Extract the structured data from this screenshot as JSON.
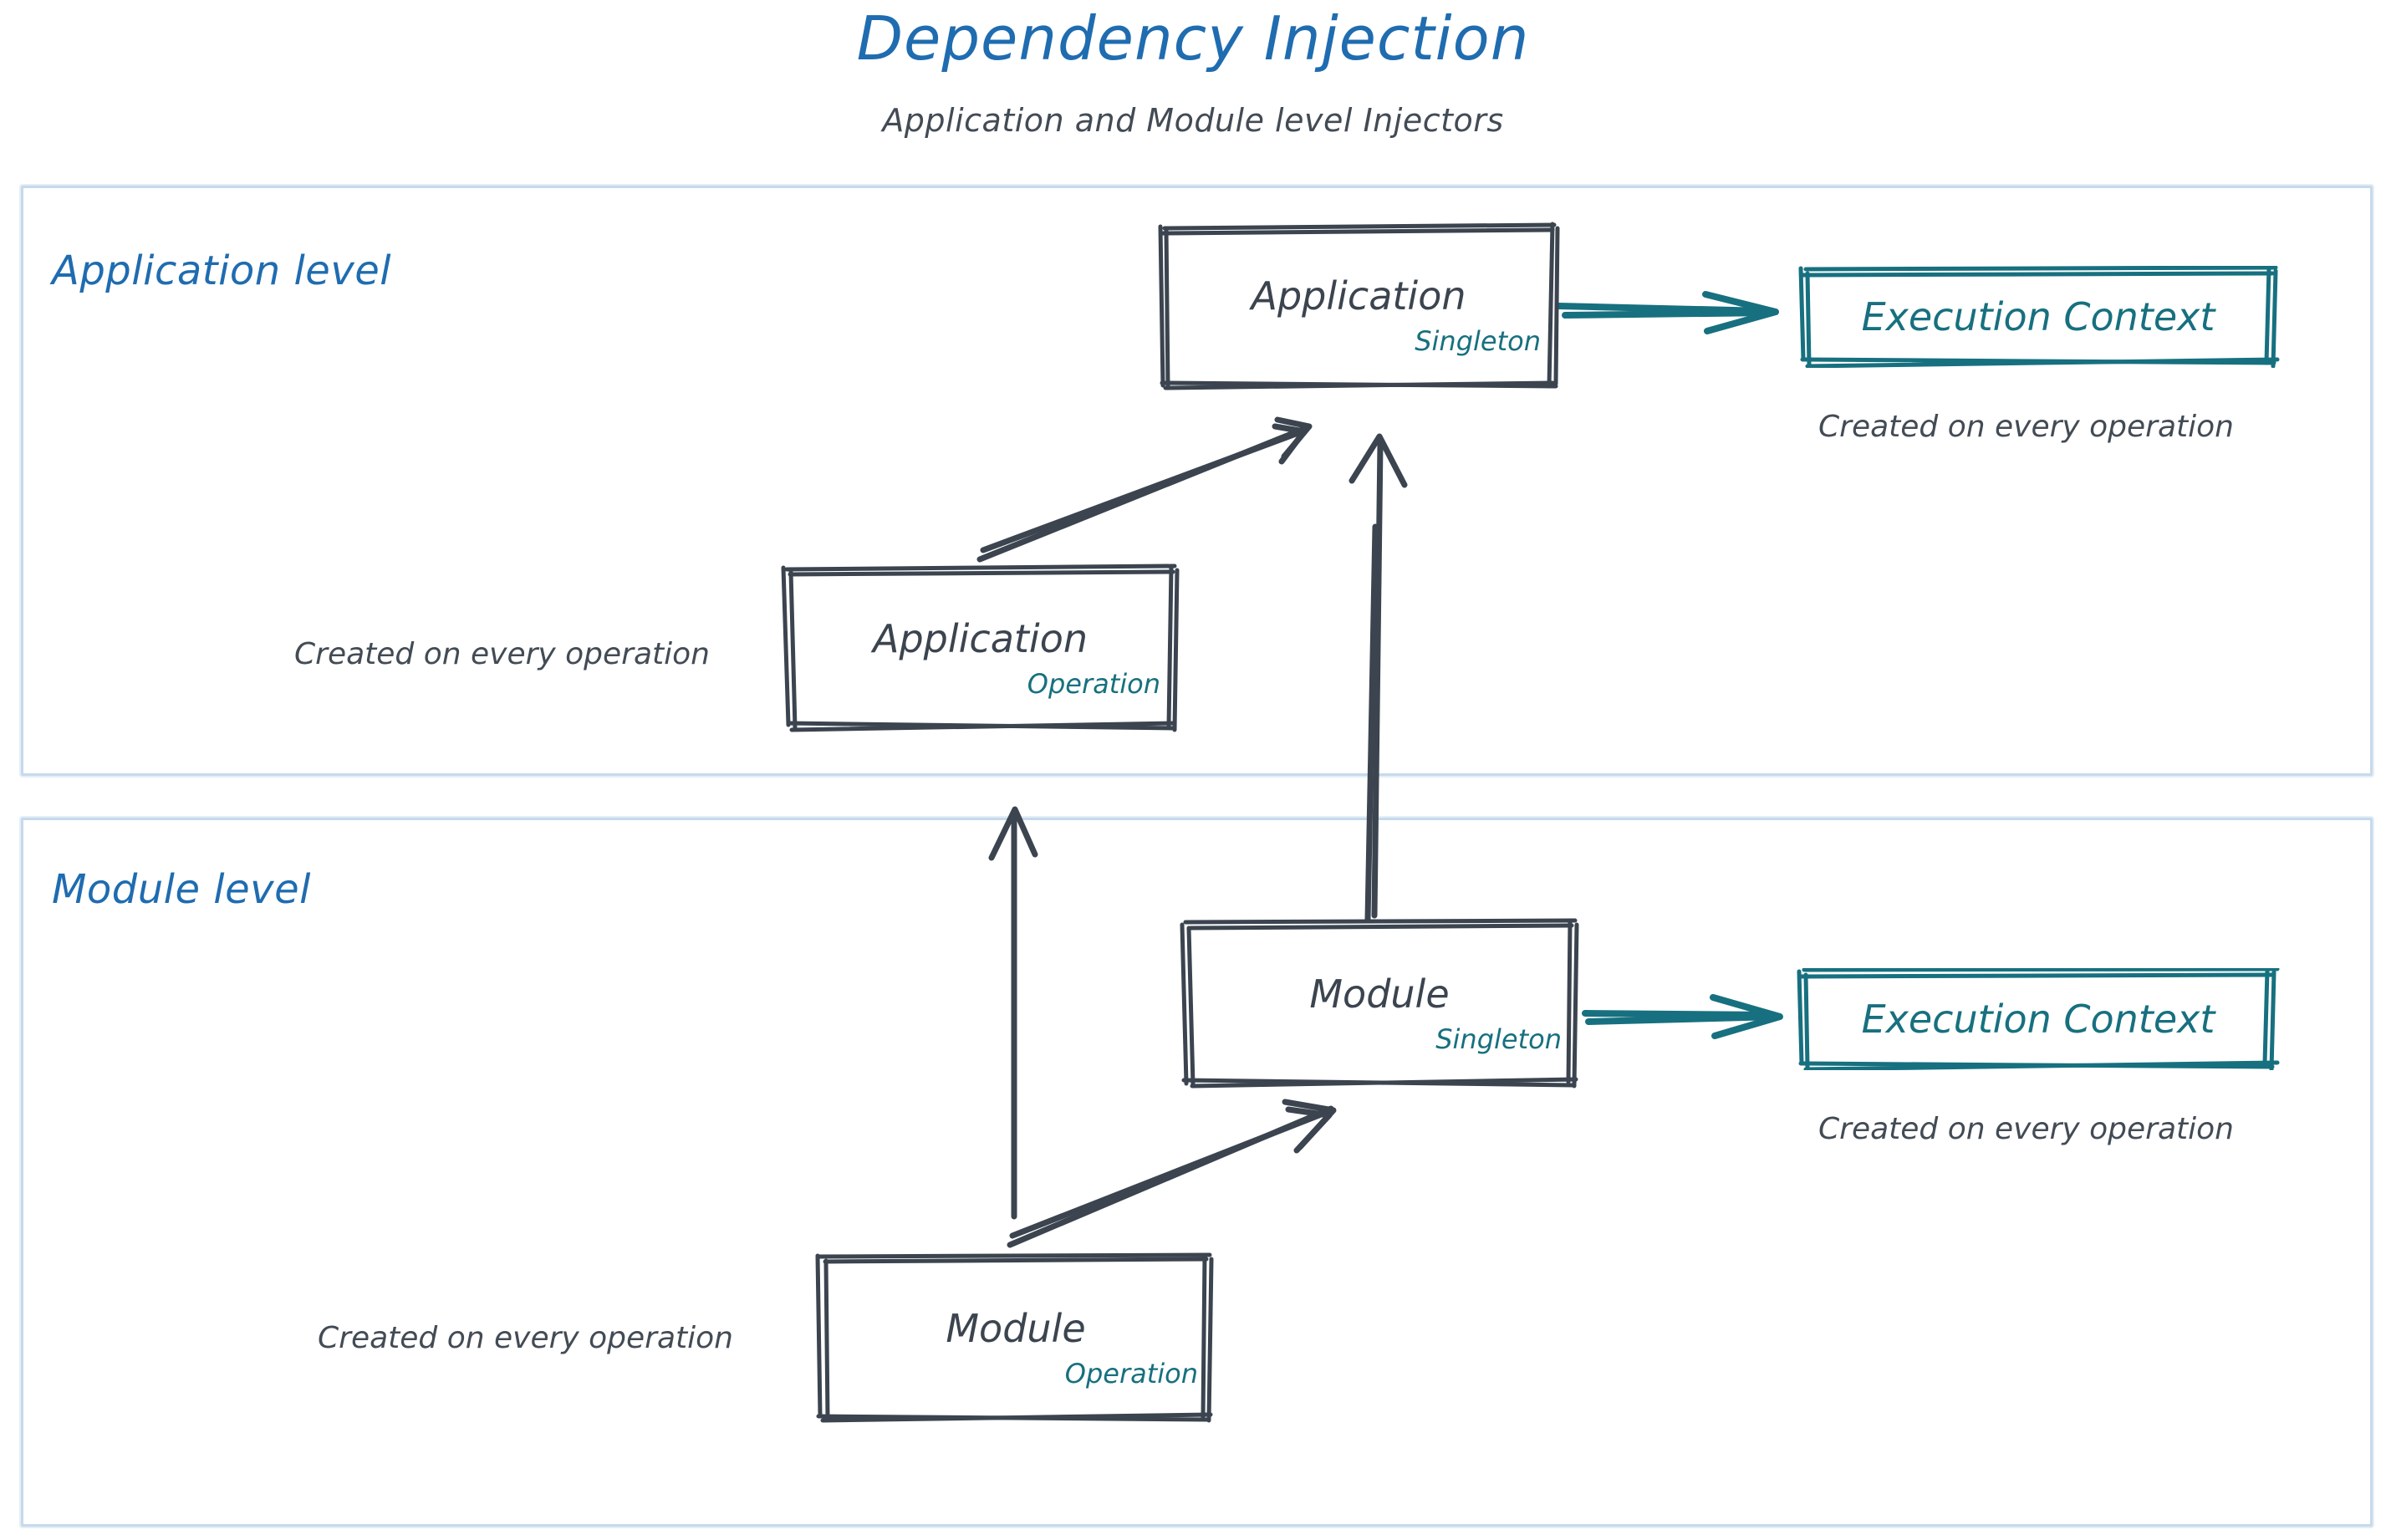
{
  "title": "Dependency Injection",
  "subtitle": "Application and Module level Injectors",
  "colors": {
    "title_blue": "#1f6cb0",
    "ink_dark": "#3b444f",
    "teal": "#17707f",
    "container_border": "#c6d9ec"
  },
  "levels": [
    {
      "id": "application",
      "label": "Application level"
    },
    {
      "id": "module",
      "label": "Module level"
    }
  ],
  "nodes": {
    "application_singleton": {
      "title": "Application",
      "scope": "Singleton"
    },
    "application_operation": {
      "title": "Application",
      "scope": "Operation"
    },
    "module_singleton": {
      "title": "Module",
      "scope": "Singleton"
    },
    "module_operation": {
      "title": "Module",
      "scope": "Operation"
    },
    "execution_context_app": {
      "title": "Execution Context"
    },
    "execution_context_mod": {
      "title": "Execution Context"
    }
  },
  "notes": {
    "exec_context_app": "Created on every operation",
    "exec_context_mod": "Created on every operation",
    "application_operation": "Created on every operation",
    "module_operation": "Created on every operation"
  },
  "edges": [
    {
      "id": "app-singleton-to-exec-context",
      "from": "application_singleton",
      "to": "execution_context_app",
      "style": "teal-double"
    },
    {
      "id": "app-operation-to-app-singleton",
      "from": "application_operation",
      "to": "application_singleton",
      "style": "dark-double"
    },
    {
      "id": "module-singleton-to-app-singleton",
      "from": "module_singleton",
      "to": "application_singleton",
      "style": "dark-double-vertical"
    },
    {
      "id": "module-operation-to-app-operation",
      "from": "module_operation",
      "to": "application_operation",
      "style": "dark-single-vertical"
    },
    {
      "id": "module-operation-to-module-singleton",
      "from": "module_operation",
      "to": "module_singleton",
      "style": "dark-double"
    },
    {
      "id": "module-singleton-to-exec-context",
      "from": "module_singleton",
      "to": "execution_context_mod",
      "style": "teal-double"
    }
  ]
}
